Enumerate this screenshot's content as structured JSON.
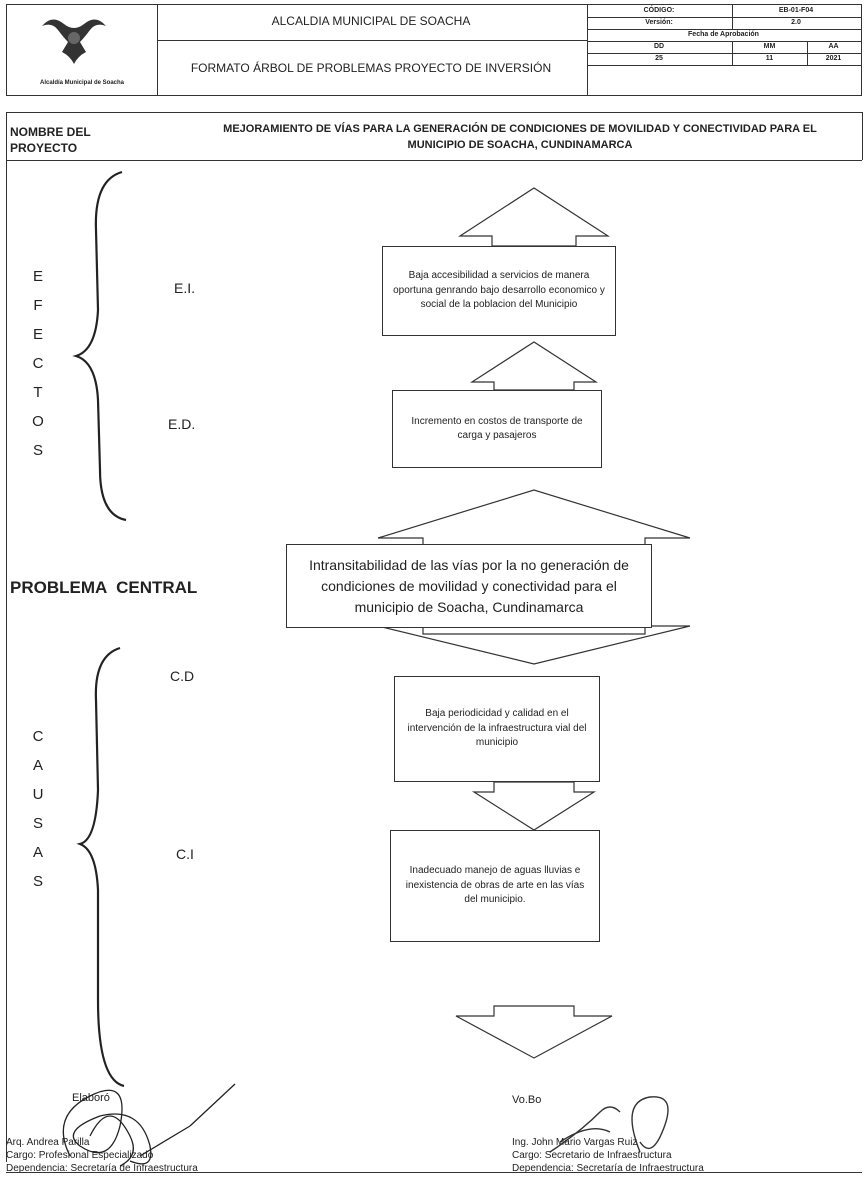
{
  "header": {
    "org_name": "ALCALDIA MUNICIPAL DE SOACHA",
    "format_title": "FORMATO ÁRBOL DE PROBLEMAS PROYECTO DE INVERSIÓN",
    "logo_caption": "Alcaldía Municipal de Soacha",
    "codigo_label": "CÓDIGO:",
    "codigo_value": "EB-01-F04",
    "version_label": "Versión:",
    "version_value": "2.0",
    "fecha_label": "Fecha de Aprobación",
    "date_headers": [
      "DD",
      "MM",
      "AA"
    ],
    "date_values": [
      "25",
      "11",
      "2021"
    ]
  },
  "project": {
    "label_line1": "NOMBRE DEL",
    "label_line2": "PROYECTO",
    "name_line1": "MEJORAMIENTO DE VÍAS PARA LA GENERACIÓN DE CONDICIONES DE MOVILIDAD Y CONECTIVIDAD PARA EL",
    "name_line2": "MUNICIPIO DE SOACHA, CUNDINAMARCA"
  },
  "effects": {
    "letters": [
      "E",
      "F",
      "E",
      "C",
      "T",
      "O",
      "S"
    ],
    "ei_label": "E.I.",
    "ed_label": "E.D.",
    "ei_text": "Baja accesibilidad a servicios de manera oportuna genrando bajo desarrollo economico y social de la poblacion del Municipio",
    "ed_text": "Incremento en costos de transporte de carga y pasajeros"
  },
  "problem": {
    "label": "PROBLEMA  CENTRAL",
    "text": "Intransitabilidad de las vías por la no generación de condiciones de movilidad y conectividad para el municipio de Soacha, Cundinamarca"
  },
  "causes": {
    "letters": [
      "C",
      "A",
      "U",
      "S",
      "A",
      "S"
    ],
    "cd_label": "C.D",
    "ci_label": "C.I",
    "cd_text": "Baja periodicidad y calidad en el intervención de la infraestructura vial del municipio",
    "ci_text": "Inadecuado manejo de aguas lluvias e inexistencia de obras de arte en las vías del municipio."
  },
  "signatures": {
    "elaboro_label": "Elaboró",
    "elaboro_name": "Arq. Andrea Parilla",
    "elaboro_cargo": "Cargo: Profesional Especializado",
    "elaboro_dep": "Dependencia: Secretaría de Infraestructura",
    "vobo_label": "Vo.Bo",
    "vobo_name": "Ing. John Mario Vargas Ruiz",
    "vobo_cargo": "Cargo: Secretario de Infraestructura",
    "vobo_dep": "Dependencia: Secretaría de Infraestructura"
  }
}
